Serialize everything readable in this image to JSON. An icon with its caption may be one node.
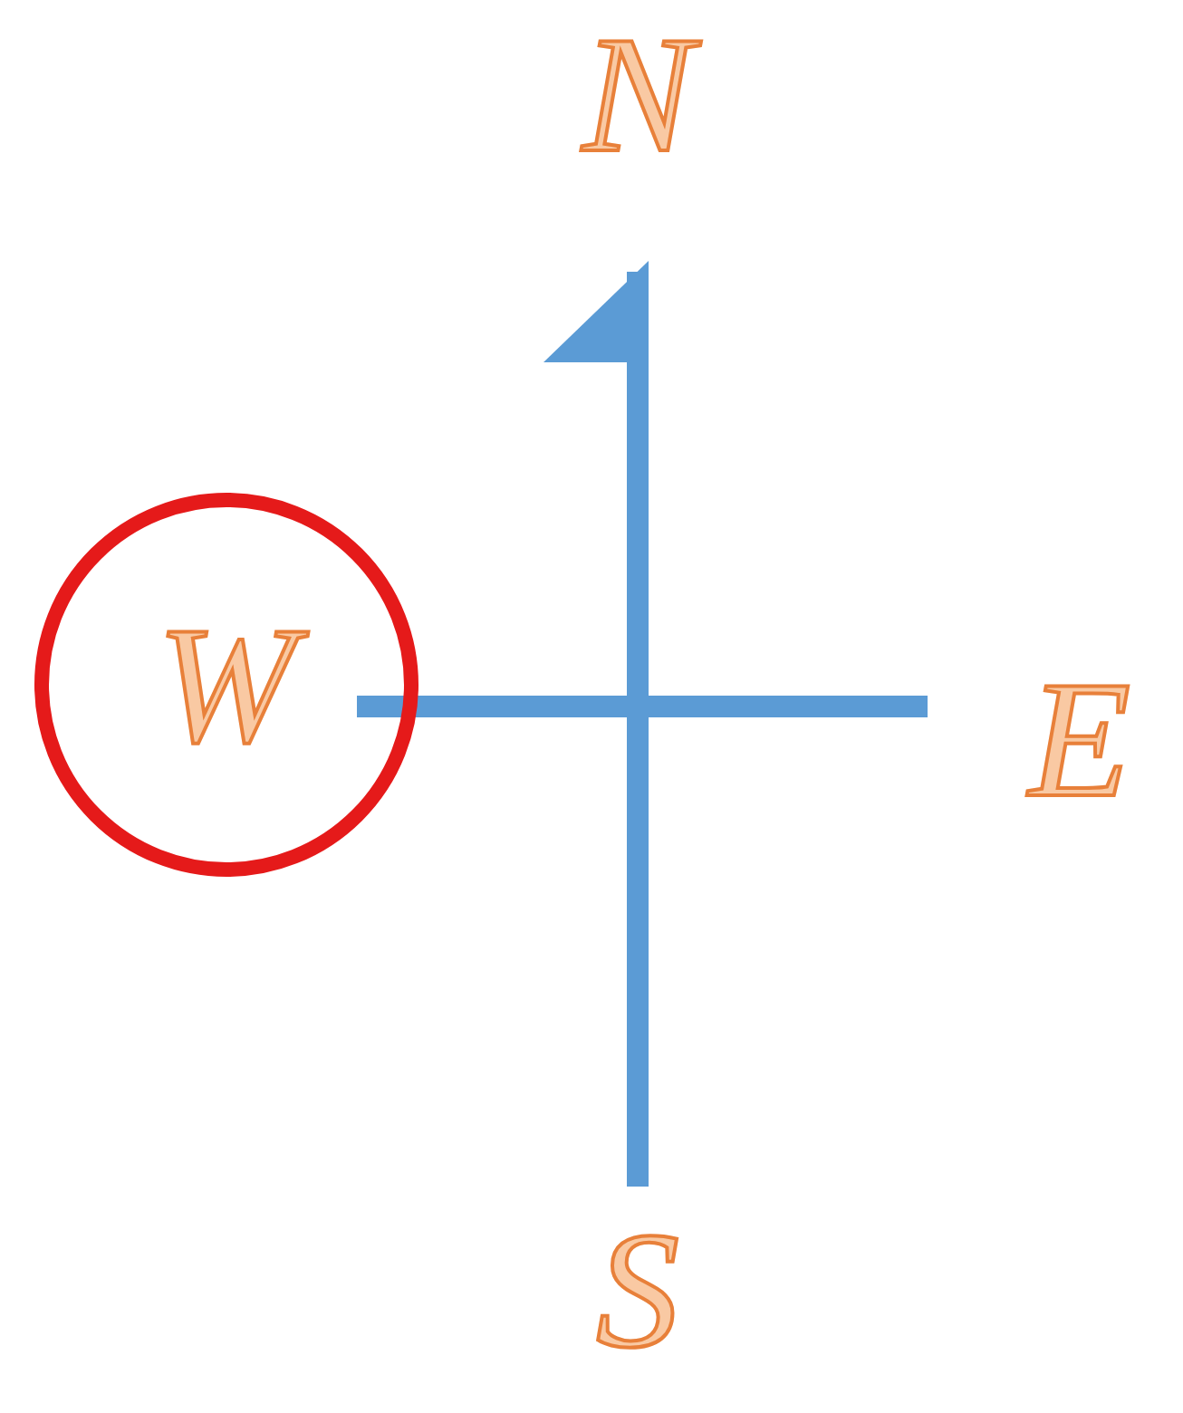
{
  "diagram": {
    "nodes": [
      {
        "text": [
          "W"
        ]
      }
    ],
    "labels": [
      "N",
      "E",
      "S"
    ]
  }
}
